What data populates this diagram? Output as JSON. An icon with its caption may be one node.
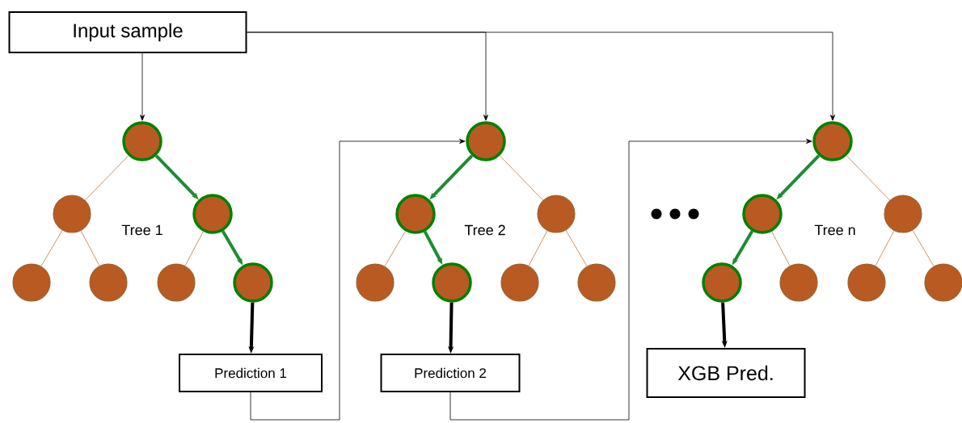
{
  "diagram": {
    "nodes": [
      {
        "text": [
          "Input sample"
        ]
      },
      {
        "text": [],
        "shape": "circle"
      },
      {
        "text": [],
        "shape": "circle"
      },
      {
        "text": [],
        "shape": "circle"
      },
      {
        "text": [],
        "shape": "circle"
      },
      {
        "text": [],
        "shape": "circle"
      },
      {
        "text": [],
        "shape": "circle"
      },
      {
        "text": [],
        "shape": "circle"
      },
      {
        "text": [
          "Prediction 1"
        ]
      },
      {
        "text": [],
        "shape": "circle"
      },
      {
        "text": [],
        "shape": "circle"
      },
      {
        "text": [],
        "shape": "circle"
      },
      {
        "text": [],
        "shape": "circle"
      },
      {
        "text": [],
        "shape": "circle"
      },
      {
        "text": [],
        "shape": "circle"
      },
      {
        "text": [],
        "shape": "circle"
      },
      {
        "text": [
          "Prediction 2"
        ]
      },
      {
        "text": [],
        "shape": "circle"
      },
      {
        "text": [],
        "shape": "circle"
      },
      {
        "text": [],
        "shape": "circle"
      },
      {
        "text": [],
        "shape": "circle"
      },
      {
        "text": [],
        "shape": "circle"
      },
      {
        "text": [],
        "shape": "circle"
      },
      {
        "text": [],
        "shape": "circle"
      },
      {
        "text": [
          "XGB Pred."
        ]
      }
    ],
    "edges": [
      {
        "from": 0,
        "to": 1,
        "arrow": "to",
        "color": "#000000"
      },
      {
        "from": 0,
        "to": 9,
        "arrow": "to",
        "color": "#000000"
      },
      {
        "from": 0,
        "to": 17,
        "arrow": "to",
        "color": "#000000"
      },
      {
        "from": 1,
        "to": 2,
        "arrow": "none"
      },
      {
        "from": 1,
        "to": 3,
        "arrow": "to",
        "style": "thick",
        "color": "#1e8c32"
      },
      {
        "from": 2,
        "to": 4,
        "arrow": "none"
      },
      {
        "from": 2,
        "to": 5,
        "arrow": "none"
      },
      {
        "from": 3,
        "to": 6,
        "arrow": "none"
      },
      {
        "from": 3,
        "to": 7,
        "arrow": "to",
        "style": "thick",
        "color": "#1e8c32"
      },
      {
        "from": 7,
        "to": 8,
        "arrow": "to",
        "style": "thick",
        "color": "#000000"
      },
      {
        "from": 8,
        "to": 9,
        "arrow": "to",
        "color": "#000000"
      },
      {
        "from": 9,
        "to": 10,
        "arrow": "to",
        "style": "thick",
        "color": "#1e8c32"
      },
      {
        "from": 9,
        "to": 11,
        "arrow": "none"
      },
      {
        "from": 10,
        "to": 12,
        "arrow": "none"
      },
      {
        "from": 10,
        "to": 13,
        "arrow": "to",
        "style": "thick",
        "color": "#1e8c32"
      },
      {
        "from": 11,
        "to": 14,
        "arrow": "none"
      },
      {
        "from": 11,
        "to": 15,
        "arrow": "none"
      },
      {
        "from": 13,
        "to": 16,
        "arrow": "to",
        "style": "thick",
        "color": "#000000"
      },
      {
        "from": 16,
        "to": 17,
        "arrow": "to",
        "color": "#000000"
      },
      {
        "from": 17,
        "to": 18,
        "arrow": "to",
        "style": "thick",
        "color": "#1e8c32"
      },
      {
        "from": 17,
        "to": 19,
        "arrow": "none"
      },
      {
        "from": 18,
        "to": 20,
        "arrow": "to",
        "style": "thick",
        "color": "#1e8c32"
      },
      {
        "from": 18,
        "to": 21,
        "arrow": "none"
      },
      {
        "from": 19,
        "to": 22,
        "arrow": "none"
      },
      {
        "from": 19,
        "to": 23,
        "arrow": "none"
      },
      {
        "from": 20,
        "to": 24,
        "arrow": "to",
        "style": "thick",
        "color": "#000000"
      }
    ],
    "labels": [
      "Tree 1",
      "Tree 2",
      "Tree n"
    ]
  }
}
